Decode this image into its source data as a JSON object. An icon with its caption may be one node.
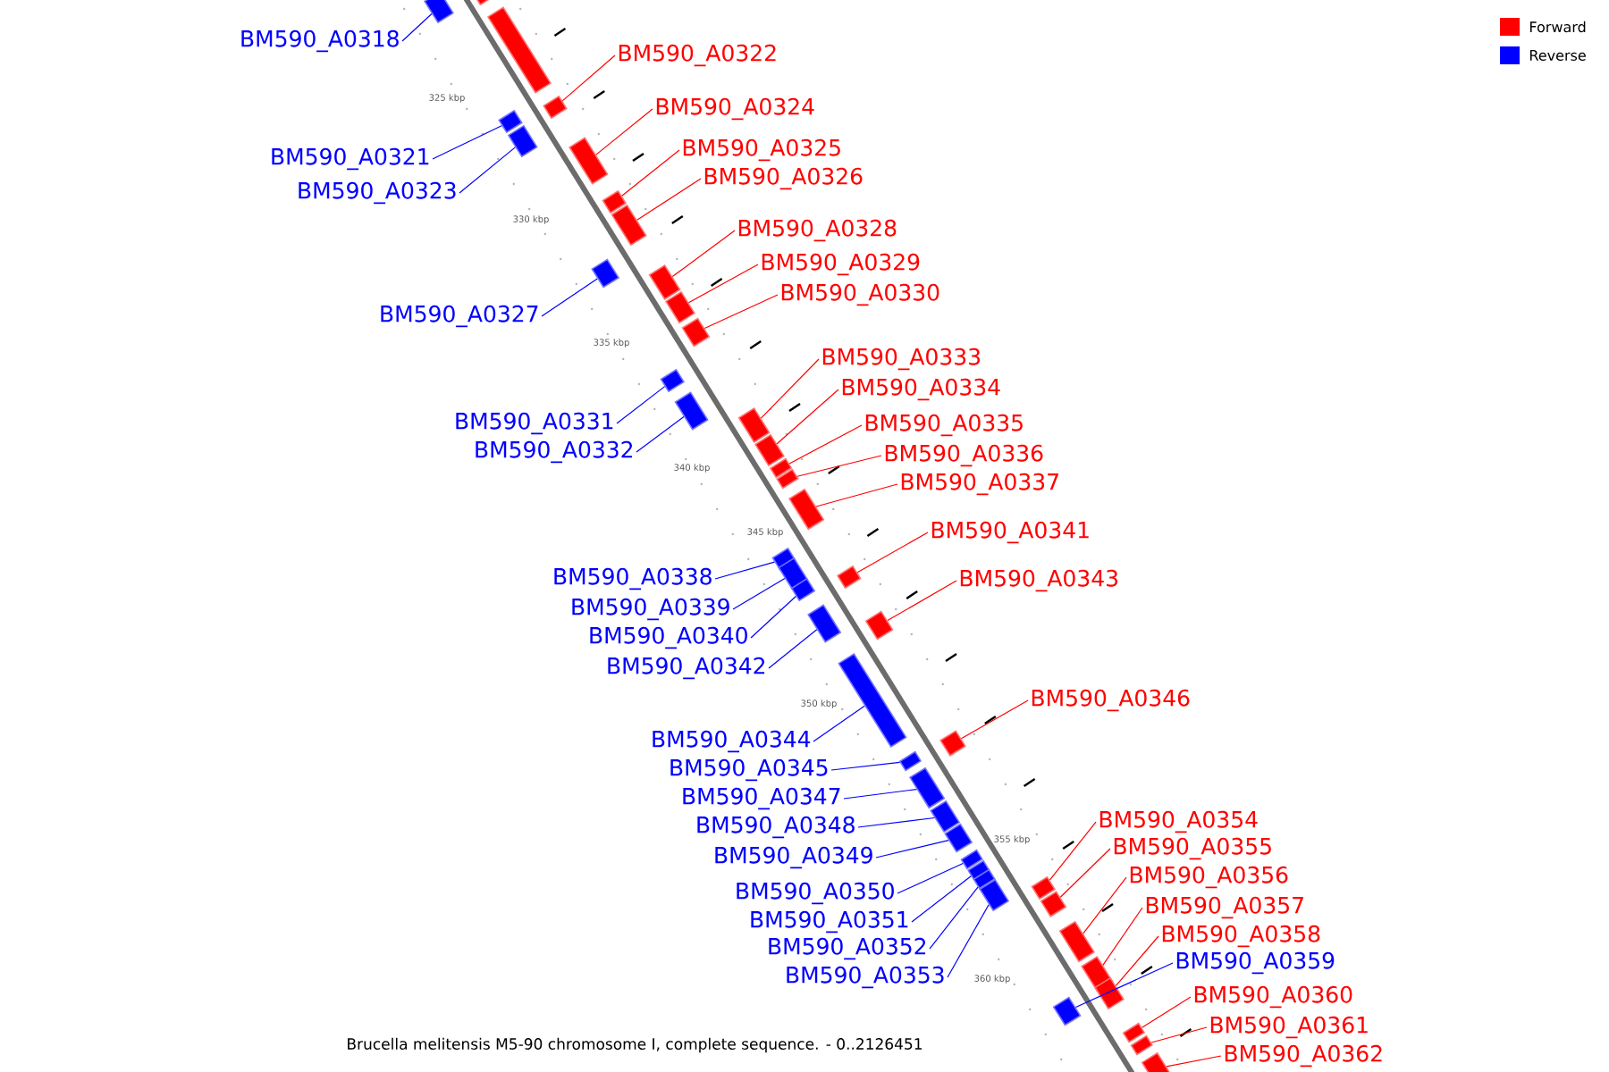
{
  "diagram": {
    "caption": "Brucella melitensis M5-90 chromosome I, complete sequence. - 0..2126451",
    "nodes": [
      {
        "text": [
          "BM590_A0318"
        ]
      },
      {
        "text": [],
        "shape": "box"
      },
      {
        "text": [
          "BM590_A0321"
        ]
      },
      {
        "text": [],
        "shape": "box"
      },
      {
        "text": [
          "BM590_A0322"
        ]
      },
      {
        "text": [],
        "shape": "box"
      },
      {
        "text": [
          "BM590_A0323"
        ]
      },
      {
        "text": [],
        "shape": "box"
      },
      {
        "text": [
          "BM590_A0324"
        ]
      },
      {
        "text": [],
        "shape": "box"
      },
      {
        "text": [
          "BM590_A0325"
        ]
      },
      {
        "text": [],
        "shape": "box"
      },
      {
        "text": [
          "BM590_A0326"
        ]
      },
      {
        "text": [],
        "shape": "box"
      },
      {
        "text": [
          "BM590_A0327"
        ]
      },
      {
        "text": [],
        "shape": "box"
      },
      {
        "text": [
          "BM590_A0328"
        ]
      },
      {
        "text": [],
        "shape": "box"
      },
      {
        "text": [
          "BM590_A0329"
        ]
      },
      {
        "text": [],
        "shape": "box"
      },
      {
        "text": [
          "BM590_A0330"
        ]
      },
      {
        "text": [],
        "shape": "box"
      },
      {
        "text": [
          "BM590_A0331"
        ]
      },
      {
        "text": [],
        "shape": "box"
      },
      {
        "text": [
          "BM590_A0332"
        ]
      },
      {
        "text": [],
        "shape": "box"
      },
      {
        "text": [
          "BM590_A0333"
        ]
      },
      {
        "text": [],
        "shape": "box"
      },
      {
        "text": [
          "BM590_A0334"
        ]
      },
      {
        "text": [],
        "shape": "box"
      },
      {
        "text": [
          "BM590_A0335"
        ]
      },
      {
        "text": [],
        "shape": "box"
      },
      {
        "text": [
          "BM590_A0336"
        ]
      },
      {
        "text": [],
        "shape": "box"
      },
      {
        "text": [
          "BM590_A0337"
        ]
      },
      {
        "text": [],
        "shape": "box"
      },
      {
        "text": [
          "BM590_A0338"
        ]
      },
      {
        "text": [],
        "shape": "box"
      },
      {
        "text": [
          "BM590_A0339"
        ]
      },
      {
        "text": [],
        "shape": "box"
      },
      {
        "text": [
          "BM590_A0340"
        ]
      },
      {
        "text": [],
        "shape": "box"
      },
      {
        "text": [
          "BM590_A0341"
        ]
      },
      {
        "text": [],
        "shape": "box"
      },
      {
        "text": [
          "BM590_A0342"
        ]
      },
      {
        "text": [],
        "shape": "box"
      },
      {
        "text": [
          "BM590_A0343"
        ]
      },
      {
        "text": [],
        "shape": "box"
      },
      {
        "text": [
          "BM590_A0344"
        ]
      },
      {
        "text": [],
        "shape": "box"
      },
      {
        "text": [
          "BM590_A0345"
        ]
      },
      {
        "text": [],
        "shape": "box"
      },
      {
        "text": [
          "BM590_A0346"
        ]
      },
      {
        "text": [],
        "shape": "box"
      },
      {
        "text": [
          "BM590_A0347"
        ]
      },
      {
        "text": [],
        "shape": "box"
      },
      {
        "text": [
          "BM590_A0348"
        ]
      },
      {
        "text": [],
        "shape": "box"
      },
      {
        "text": [
          "BM590_A0349"
        ]
      },
      {
        "text": [],
        "shape": "box"
      },
      {
        "text": [
          "BM590_A0350"
        ]
      },
      {
        "text": [],
        "shape": "box"
      },
      {
        "text": [
          "BM590_A0351"
        ]
      },
      {
        "text": [],
        "shape": "box"
      },
      {
        "text": [
          "BM590_A0352"
        ]
      },
      {
        "text": [],
        "shape": "box"
      },
      {
        "text": [
          "BM590_A0353"
        ]
      },
      {
        "text": [],
        "shape": "box"
      },
      {
        "text": [
          "BM590_A0354"
        ]
      },
      {
        "text": [],
        "shape": "box"
      },
      {
        "text": [
          "BM590_A0355"
        ]
      },
      {
        "text": [],
        "shape": "box"
      },
      {
        "text": [
          "BM590_A0356"
        ]
      },
      {
        "text": [],
        "shape": "box"
      },
      {
        "text": [
          "BM590_A0357"
        ]
      },
      {
        "text": [],
        "shape": "box"
      },
      {
        "text": [
          "BM590_A0358"
        ]
      },
      {
        "text": [],
        "shape": "box"
      },
      {
        "text": [
          "BM590_A0359"
        ]
      },
      {
        "text": [],
        "shape": "box"
      },
      {
        "text": [
          "BM590_A0360"
        ]
      },
      {
        "text": [],
        "shape": "box"
      },
      {
        "text": [
          "BM590_A0361"
        ]
      },
      {
        "text": [],
        "shape": "box"
      },
      {
        "text": [
          "BM590_A0362"
        ]
      },
      {
        "text": [],
        "shape": "box"
      },
      {
        "text": [],
        "shape": "box"
      },
      {
        "text": [],
        "shape": "box"
      }
    ],
    "edges": [
      {
        "from": 0,
        "to": 1,
        "arrow": "none",
        "color": "#0000ff"
      },
      {
        "from": 2,
        "to": 3,
        "arrow": "none",
        "color": "#0000ff"
      },
      {
        "from": 4,
        "to": 5,
        "arrow": "none",
        "color": "#ff0000"
      },
      {
        "from": 6,
        "to": 7,
        "arrow": "none",
        "color": "#0000ff"
      },
      {
        "from": 8,
        "to": 9,
        "arrow": "none",
        "color": "#ff0000"
      },
      {
        "from": 10,
        "to": 11,
        "arrow": "none",
        "color": "#ff0000"
      },
      {
        "from": 12,
        "to": 13,
        "arrow": "none",
        "color": "#ff0000"
      },
      {
        "from": 14,
        "to": 15,
        "arrow": "none",
        "color": "#0000ff"
      },
      {
        "from": 16,
        "to": 17,
        "arrow": "none",
        "color": "#ff0000"
      },
      {
        "from": 18,
        "to": 19,
        "arrow": "none",
        "color": "#ff0000"
      },
      {
        "from": 20,
        "to": 21,
        "arrow": "none",
        "color": "#ff0000"
      },
      {
        "from": 22,
        "to": 23,
        "arrow": "none",
        "color": "#0000ff"
      },
      {
        "from": 24,
        "to": 25,
        "arrow": "none",
        "color": "#0000ff"
      },
      {
        "from": 26,
        "to": 27,
        "arrow": "none",
        "color": "#ff0000"
      },
      {
        "from": 28,
        "to": 29,
        "arrow": "none",
        "color": "#ff0000"
      },
      {
        "from": 30,
        "to": 31,
        "arrow": "none",
        "color": "#ff0000"
      },
      {
        "from": 32,
        "to": 33,
        "arrow": "none",
        "color": "#ff0000"
      },
      {
        "from": 34,
        "to": 35,
        "arrow": "none",
        "color": "#ff0000"
      },
      {
        "from": 36,
        "to": 37,
        "arrow": "none",
        "color": "#0000ff"
      },
      {
        "from": 38,
        "to": 39,
        "arrow": "none",
        "color": "#0000ff"
      },
      {
        "from": 40,
        "to": 41,
        "arrow": "none",
        "color": "#0000ff"
      },
      {
        "from": 42,
        "to": 43,
        "arrow": "none",
        "color": "#ff0000"
      },
      {
        "from": 44,
        "to": 45,
        "arrow": "none",
        "color": "#0000ff"
      },
      {
        "from": 46,
        "to": 47,
        "arrow": "none",
        "color": "#ff0000"
      },
      {
        "from": 48,
        "to": 49,
        "arrow": "none",
        "color": "#0000ff"
      },
      {
        "from": 50,
        "to": 51,
        "arrow": "none",
        "color": "#0000ff"
      },
      {
        "from": 52,
        "to": 53,
        "arrow": "none",
        "color": "#ff0000"
      },
      {
        "from": 54,
        "to": 55,
        "arrow": "none",
        "color": "#0000ff"
      },
      {
        "from": 56,
        "to": 57,
        "arrow": "none",
        "color": "#0000ff"
      },
      {
        "from": 58,
        "to": 59,
        "arrow": "none",
        "color": "#0000ff"
      },
      {
        "from": 60,
        "to": 61,
        "arrow": "none",
        "color": "#0000ff"
      },
      {
        "from": 62,
        "to": 63,
        "arrow": "none",
        "color": "#0000ff"
      },
      {
        "from": 64,
        "to": 65,
        "arrow": "none",
        "color": "#0000ff"
      },
      {
        "from": 66,
        "to": 67,
        "arrow": "none",
        "color": "#0000ff"
      },
      {
        "from": 68,
        "to": 69,
        "arrow": "none",
        "color": "#ff0000"
      },
      {
        "from": 70,
        "to": 71,
        "arrow": "none",
        "color": "#ff0000"
      },
      {
        "from": 72,
        "to": 73,
        "arrow": "none",
        "color": "#ff0000"
      },
      {
        "from": 74,
        "to": 75,
        "arrow": "none",
        "color": "#ff0000"
      },
      {
        "from": 76,
        "to": 77,
        "arrow": "none",
        "color": "#ff0000"
      },
      {
        "from": 78,
        "to": 79,
        "arrow": "none",
        "color": "#0000ff"
      },
      {
        "from": 80,
        "to": 81,
        "arrow": "none",
        "color": "#ff0000"
      },
      {
        "from": 82,
        "to": 83,
        "arrow": "none",
        "color": "#ff0000"
      },
      {
        "from": 84,
        "to": 85,
        "arrow": "none",
        "color": "#ff0000"
      }
    ],
    "labels": [
      "325 kbp",
      "330 kbp",
      "335 kbp",
      "340 kbp",
      "345 kbp",
      "350 kbp",
      "355 kbp",
      "360 kbp"
    ],
    "legend": [
      {
        "text": "Forward",
        "color": "#ff0000"
      },
      {
        "text": "Reverse",
        "color": "#0000ff"
      }
    ]
  }
}
